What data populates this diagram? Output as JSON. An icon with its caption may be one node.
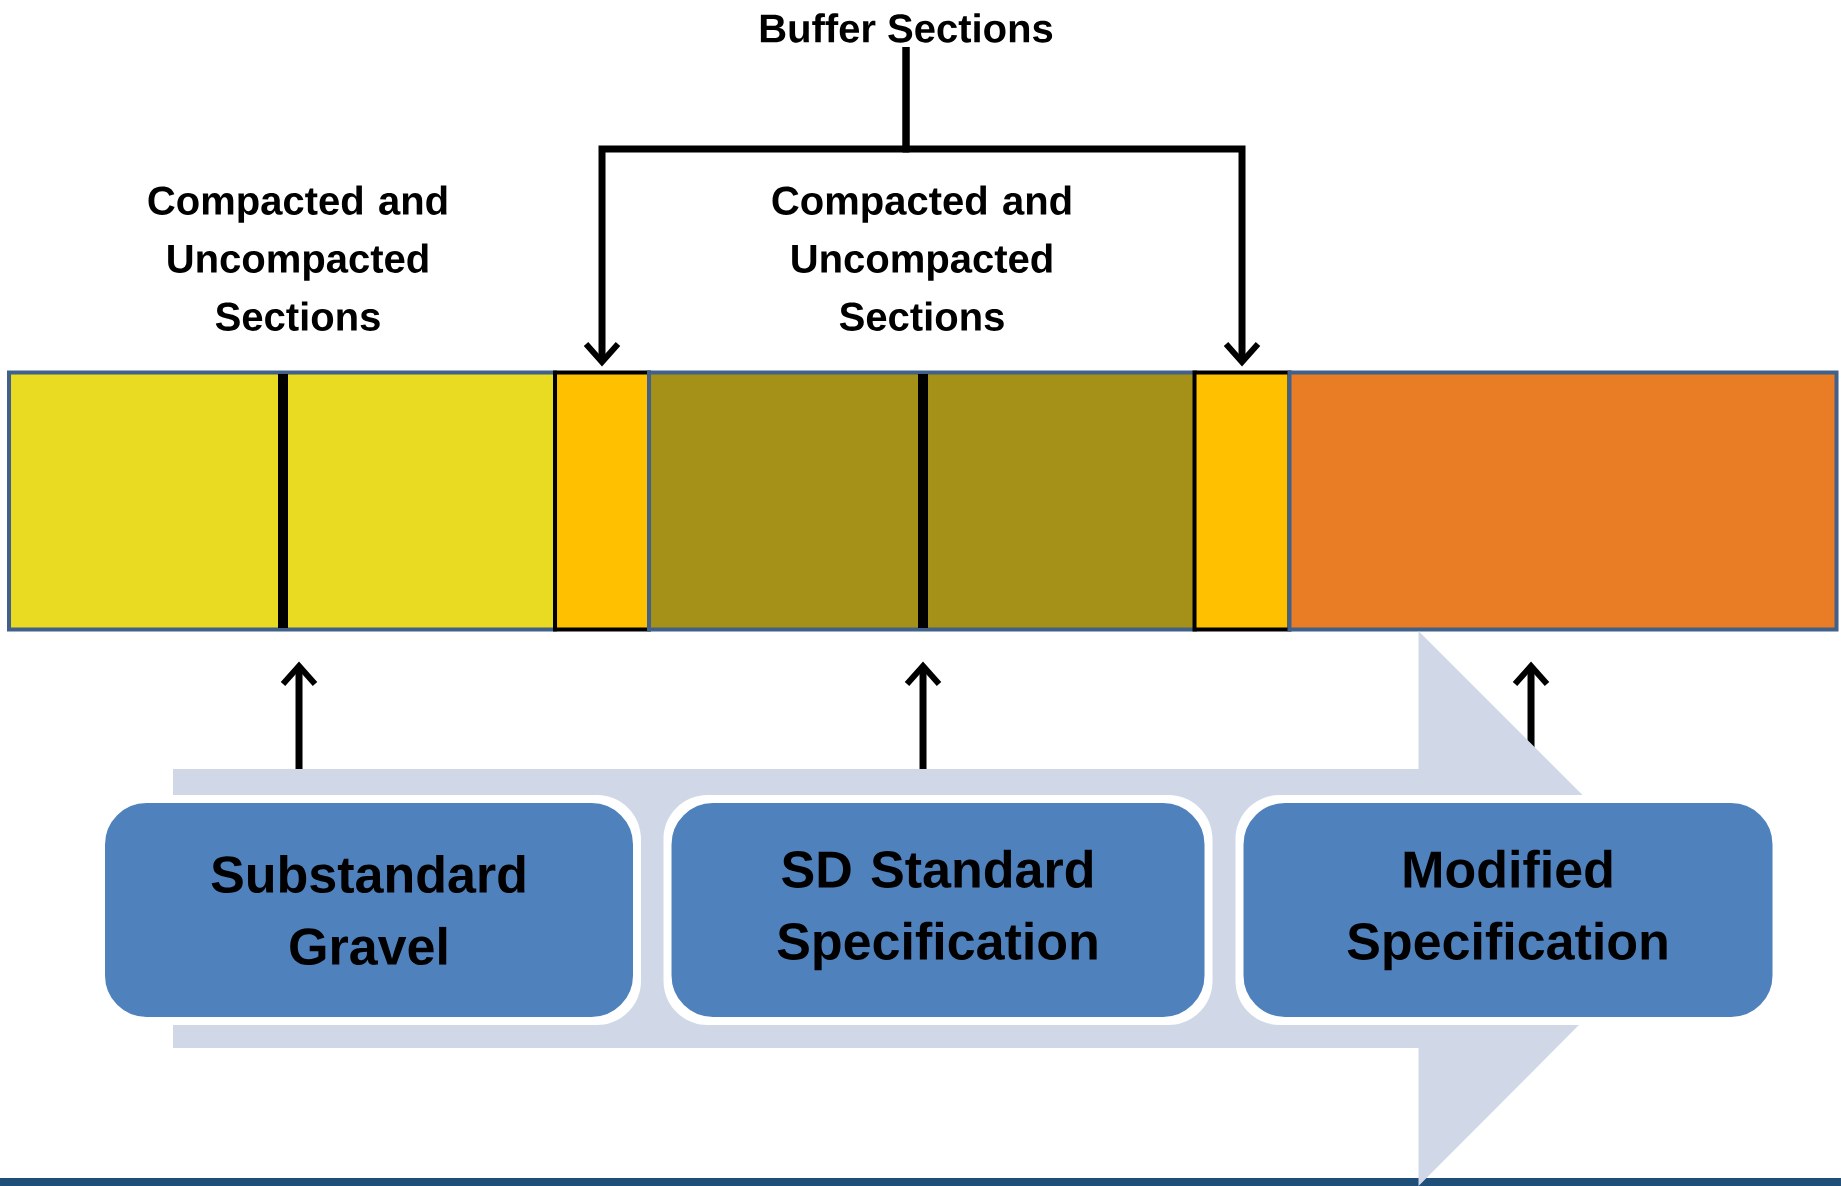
{
  "diagram": {
    "nodes": [
      {
        "text": [
          "Buffer Sections"
        ]
      },
      {
        "text": [],
        "shape": "box"
      },
      {
        "text": [],
        "shape": "box"
      },
      {
        "text": [],
        "shape": "box"
      },
      {
        "text": [],
        "shape": "box"
      },
      {
        "text": [],
        "shape": "box"
      },
      {
        "text": [
          "Substandard Gravel"
        ]
      },
      {
        "text": [
          "SD Standard Specification"
        ]
      },
      {
        "text": [
          "Modified Specification"
        ]
      }
    ],
    "edges": [
      {
        "from": 0,
        "to": 2,
        "arrow": "to"
      },
      {
        "from": 0,
        "to": 4,
        "arrow": "to"
      },
      {
        "from": 6,
        "to": 1,
        "arrow": "to"
      },
      {
        "from": 7,
        "to": 3,
        "arrow": "to"
      },
      {
        "from": 8,
        "to": 5,
        "arrow": "to"
      },
      {
        "from": 6,
        "to": 8,
        "arrow": "to",
        "color": "#d0d8e8"
      }
    ],
    "labels": [
      "Compacted and Uncompacted Sections",
      "Compacted and Uncompacted Sections"
    ]
  }
}
